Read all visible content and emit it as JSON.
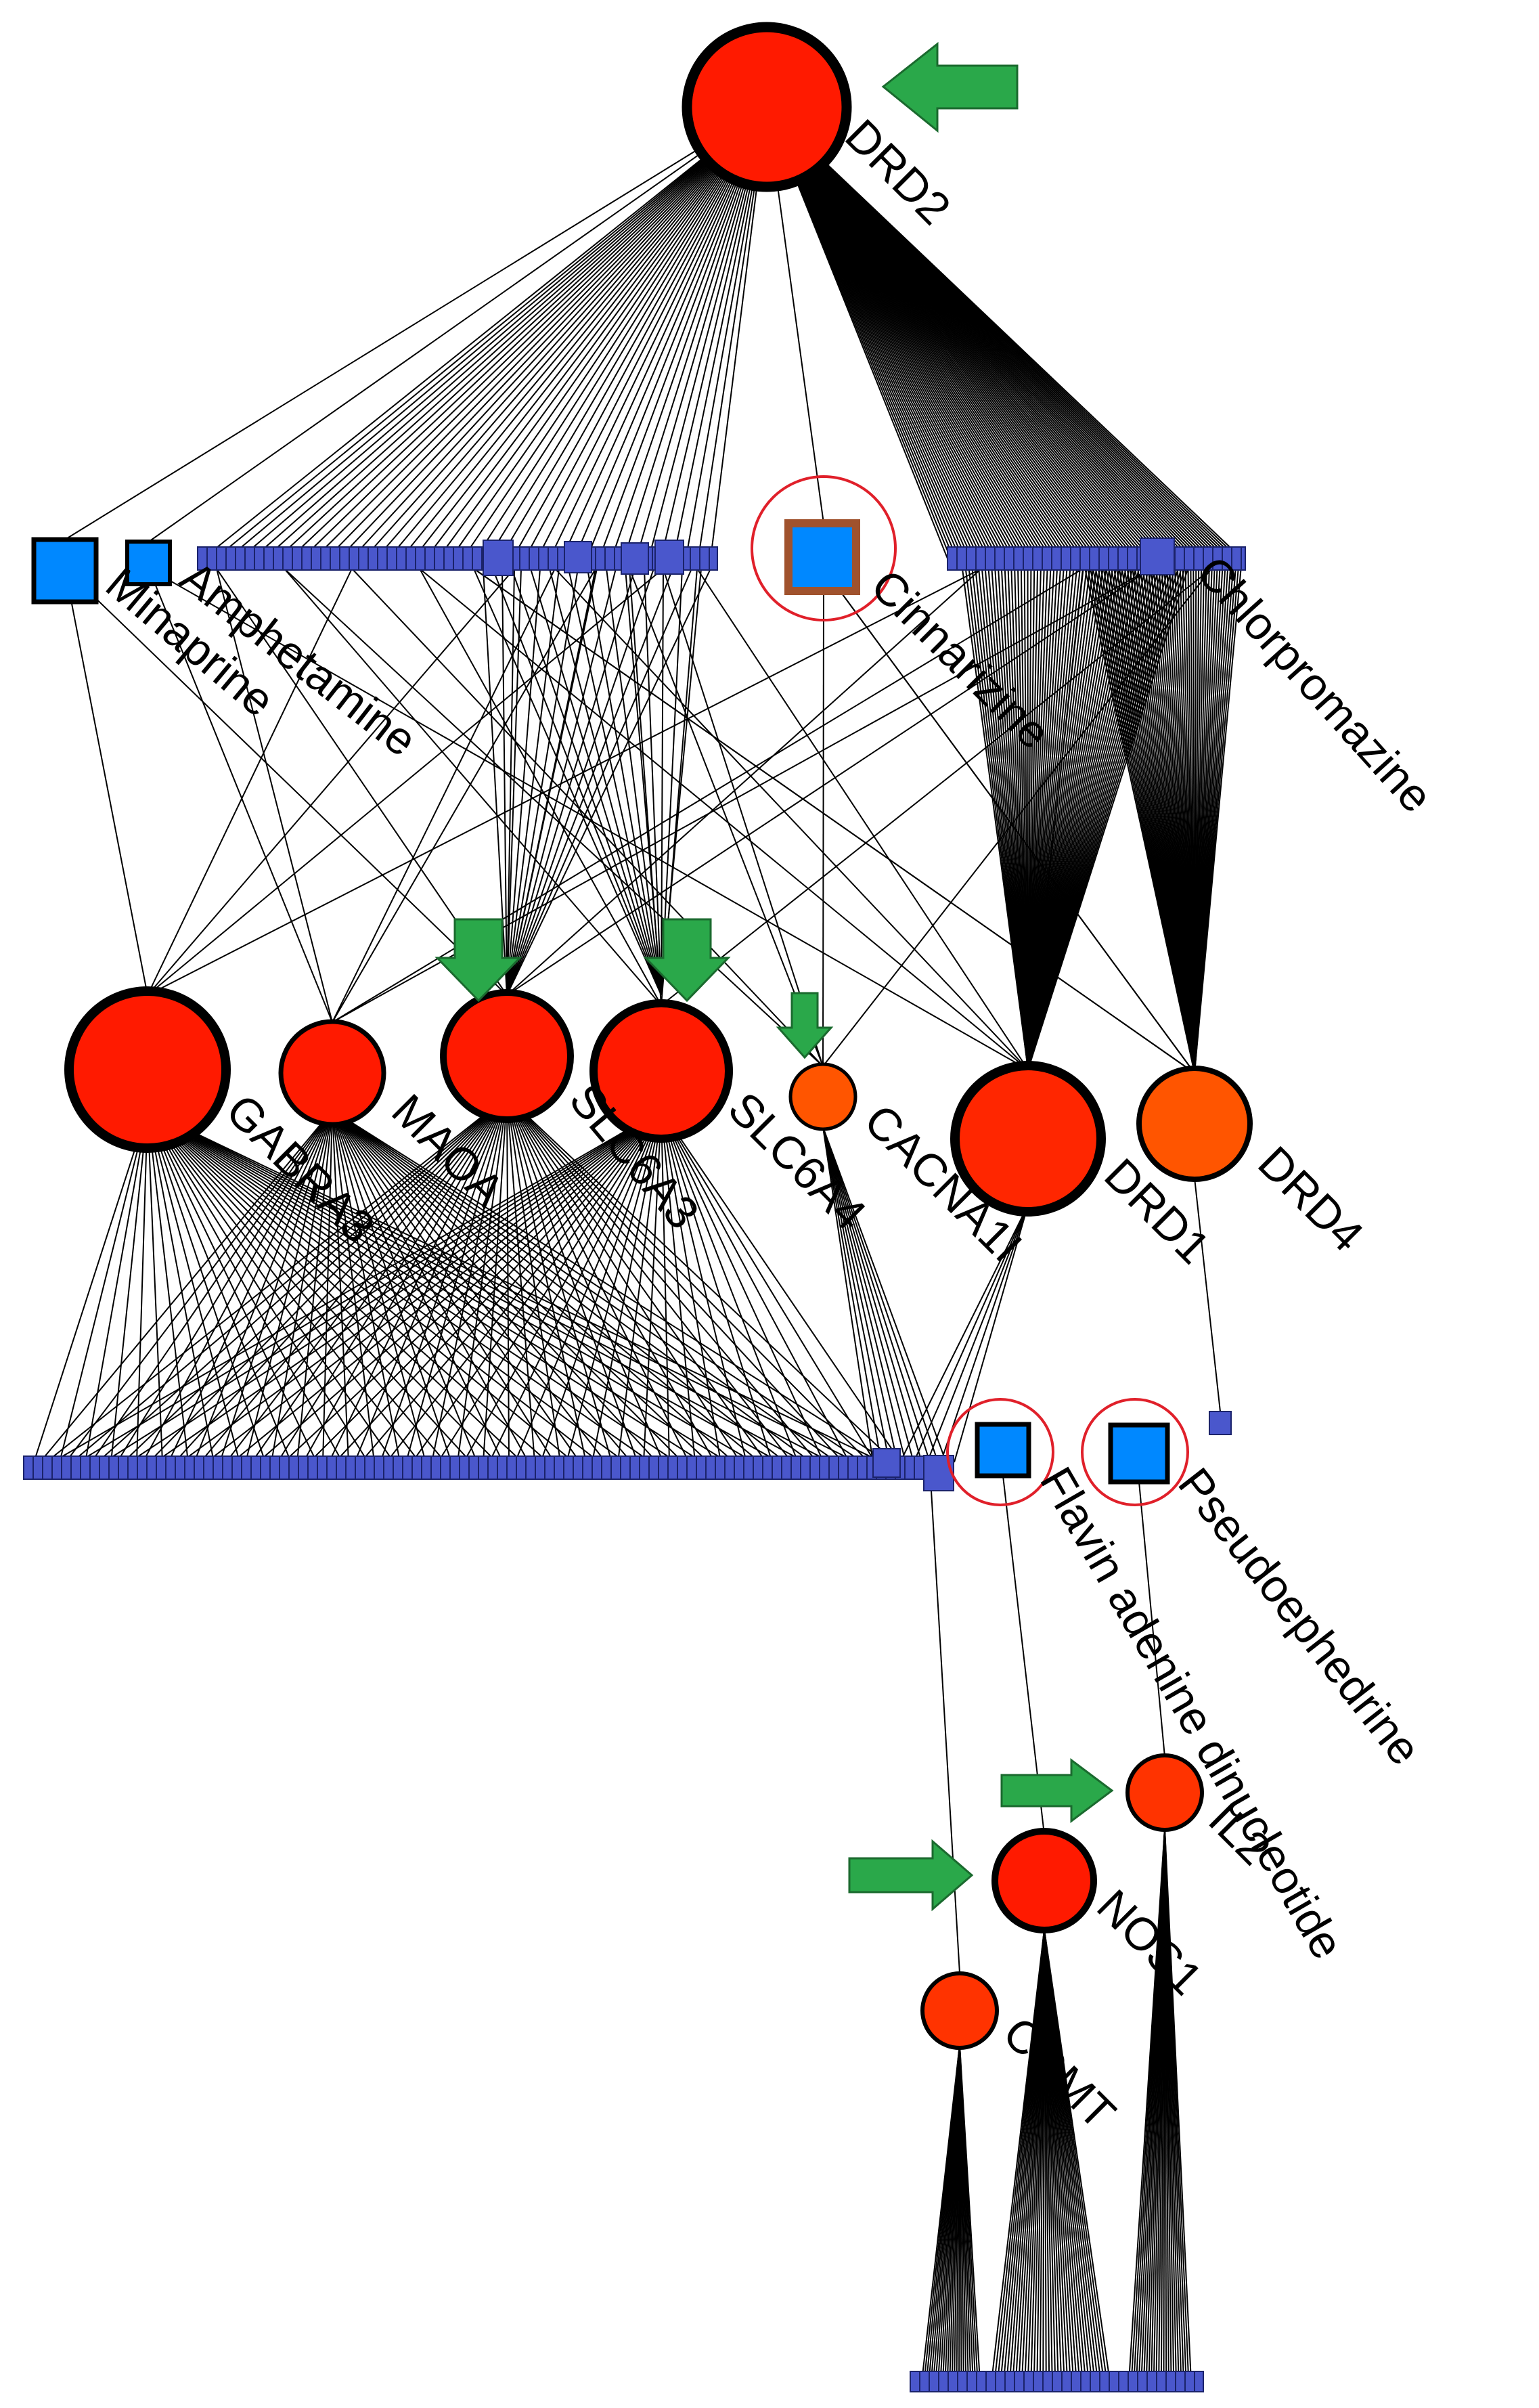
{
  "colors": {
    "target_red": "#ff1a00",
    "target_orange": "#ff5500",
    "drug_blue": "#0088ff",
    "small_drug": "#4a57cc",
    "small_drug_stroke": "#1b236b",
    "edge": "#000000",
    "arrow_green": "#2aa84a",
    "highlight_circle": "#e0202a",
    "highlight_square_border": "#a0522d"
  },
  "targets": {
    "drd2": "DRD2",
    "gabra": "GABRA3",
    "maoa": "MAOA",
    "slc6a3": "SLC6A3",
    "slc6a4": "SLC6A4",
    "cacna1i": "CACNA1I",
    "drd1": "DRD1",
    "drd4": "DRD4",
    "il2": "IL2",
    "nos1": "NOS1",
    "comt": "COMT"
  },
  "drugs": {
    "minaprine": "Minaprine",
    "amphetamine": "Amphetamine",
    "cinnarizine": "Cinnarizine",
    "chlorpromazine": "Chlorpromazine",
    "fad": "Flavin adenine dinucleotide",
    "pseudoephedrine": "Pseudoephedrine"
  },
  "arrow_icon": "green-arrow-icon"
}
